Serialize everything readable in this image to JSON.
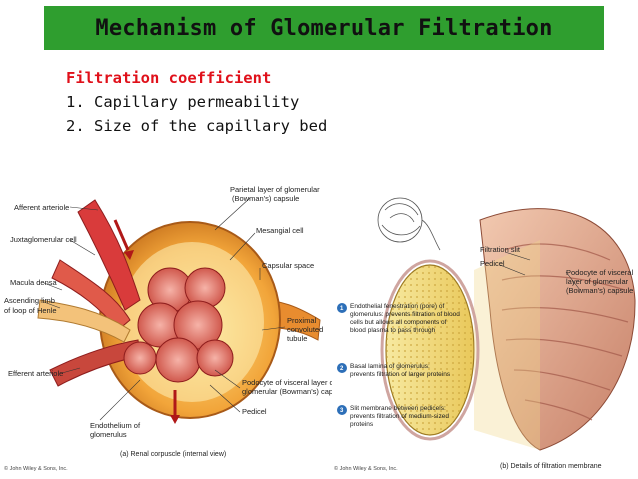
{
  "title": "Mechanism of Glomerular Filtration",
  "bullets": {
    "heading": "Filtration coefficient",
    "items": [
      "1. Capillary permeability",
      "2. Size of the capillary bed"
    ]
  },
  "left_figure": {
    "labels": {
      "afferent": "Afferent arteriole",
      "juxta": "Juxtaglomerular cell",
      "macula": "Macula densa",
      "asc1": "Ascending limb",
      "asc2": "of loop of Henle",
      "efferent": "Efferent arteriole",
      "parietal1": "Parietal layer of glomerular",
      "parietal2": "(Bowman's) capsule",
      "mesangial": "Mesangial cell",
      "capsular": "Capsular space",
      "pct1": "Proximal",
      "pct2": "convoluted",
      "pct3": "tubule",
      "podo1": "Podocyte of visceral layer of",
      "podo2": "glomerular (Bowman's) capsule",
      "pedicel": "Pedicel",
      "endo1": "Endothelium of",
      "endo2": "glomerulus"
    },
    "caption": "(a) Renal corpuscle (internal view)",
    "copyright": "© John Wiley & Sons, Inc."
  },
  "right_figure": {
    "labels": {
      "slit": "Filtration slit",
      "pedicel": "Pedicel",
      "podo1": "Podocyte of visceral",
      "podo2": "layer of glomerular",
      "podo3": "(Bowman's) capsule"
    },
    "notes": [
      {
        "num": "1",
        "lines": [
          "Endothelial fenestration (pore) of",
          "glomerulus: prevents filtration of blood",
          "cells but allows all components of",
          "blood plasma to pass through"
        ]
      },
      {
        "num": "2",
        "lines": [
          "Basal lamina of glomerulus:",
          "prevents filtration of larger proteins"
        ]
      },
      {
        "num": "3",
        "lines": [
          "Slit membrane between pedicels:",
          "prevents filtration of medium-sized",
          "proteins"
        ]
      }
    ],
    "caption": "(b) Details of filtration membrane",
    "copyright": "© John Wiley & Sons, Inc."
  }
}
